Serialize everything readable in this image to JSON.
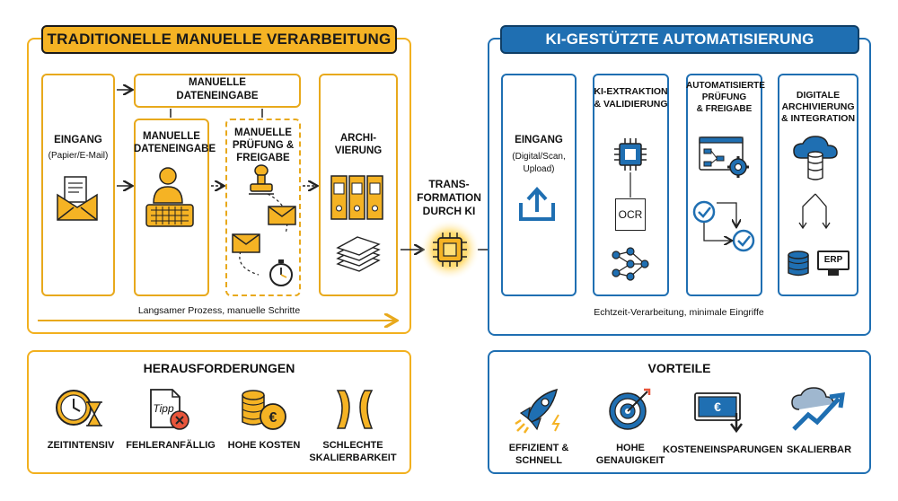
{
  "left": {
    "header": "TRADITIONELLE MANUELLE VERARBEITUNG",
    "top_box": [
      "MANUELLE",
      "DATENEINGABE"
    ],
    "col1": {
      "title": "EINGANG",
      "sub": "(Papier/E-Mail)"
    },
    "col2": {
      "title": [
        "MANUELLE",
        "DATENEINGABE"
      ]
    },
    "col3": {
      "title": [
        "MANUELLE",
        "PRÜFUNG &",
        "FREIGABE"
      ]
    },
    "col4": {
      "title": [
        "ARCHI-",
        "VIERUNG"
      ]
    },
    "caption": "Langsamer Prozess, manuelle Schritte"
  },
  "center": {
    "label": [
      "TRANS-",
      "FORMATION",
      "DURCH KI"
    ]
  },
  "right": {
    "header": "KI-GESTÜTZTE AUTOMATISIERUNG",
    "col1": {
      "title": "EINGANG",
      "sub": [
        "(Digital/Scan,",
        "Upload)"
      ]
    },
    "col2": {
      "title": [
        "KI-EXTRAKTION",
        "& VALIDIERUNG"
      ],
      "ocr": "OCR"
    },
    "col3": {
      "title": [
        "AUTOMATISIERTE",
        "PRÜFUNG",
        "& FREIGABE"
      ]
    },
    "col4": {
      "title": [
        "DIGITALE",
        "ARCHIVIERUNG",
        "& INTEGRATION"
      ],
      "erp": "ERP"
    },
    "caption": "Echtzeit-Verarbeitung, minimale Eingriffe"
  },
  "challenges": {
    "title": "HERAUSFORDERUNGEN",
    "items": [
      "ZEITINTENSIV",
      "FEHLERANFÄLLIG",
      "HOHE KOSTEN",
      [
        "SCHLECHTE",
        "SKALIERBARKEIT"
      ]
    ],
    "tipp": "Tipp"
  },
  "benefits": {
    "title": "VORTEILE",
    "items": [
      [
        "EFFIZIENT &",
        "SCHNELL"
      ],
      [
        "HOHE",
        "GENAUIGKEIT"
      ],
      "KOSTENEINSPARUNGEN",
      "SKALIERBAR"
    ]
  },
  "colors": {
    "yellow": "#f5b324",
    "blue": "#1f6fb2",
    "dark": "#1a1a1a"
  }
}
